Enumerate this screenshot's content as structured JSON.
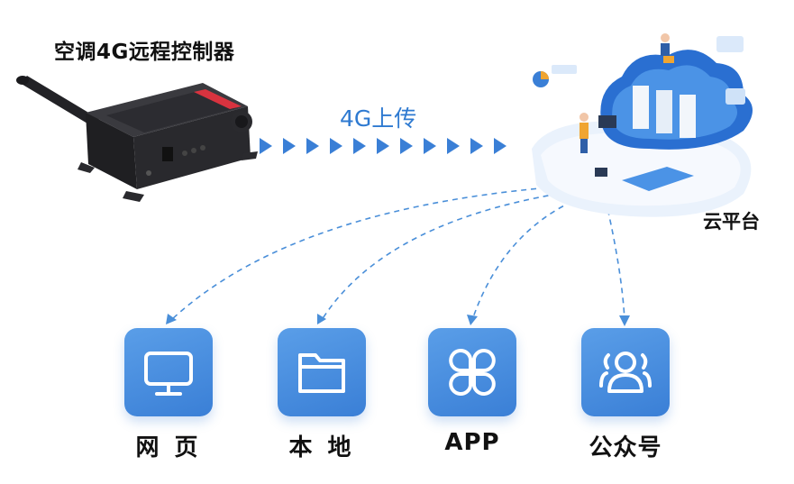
{
  "device": {
    "title": "空调4G远程控制器"
  },
  "upload": {
    "label": "4G上传"
  },
  "cloud": {
    "label": "云平台"
  },
  "targets": [
    {
      "label": "网 页",
      "icon": "monitor-icon"
    },
    {
      "label": "本 地",
      "icon": "folder-icon"
    },
    {
      "label": "APP",
      "icon": "app-grid-icon"
    },
    {
      "label": "公众号",
      "icon": "users-icon"
    }
  ],
  "colors": {
    "accent": "#3a7fd6",
    "arrow": "#4a8fd9",
    "device": "#2a2a2e",
    "device_accent": "#d8333f"
  }
}
